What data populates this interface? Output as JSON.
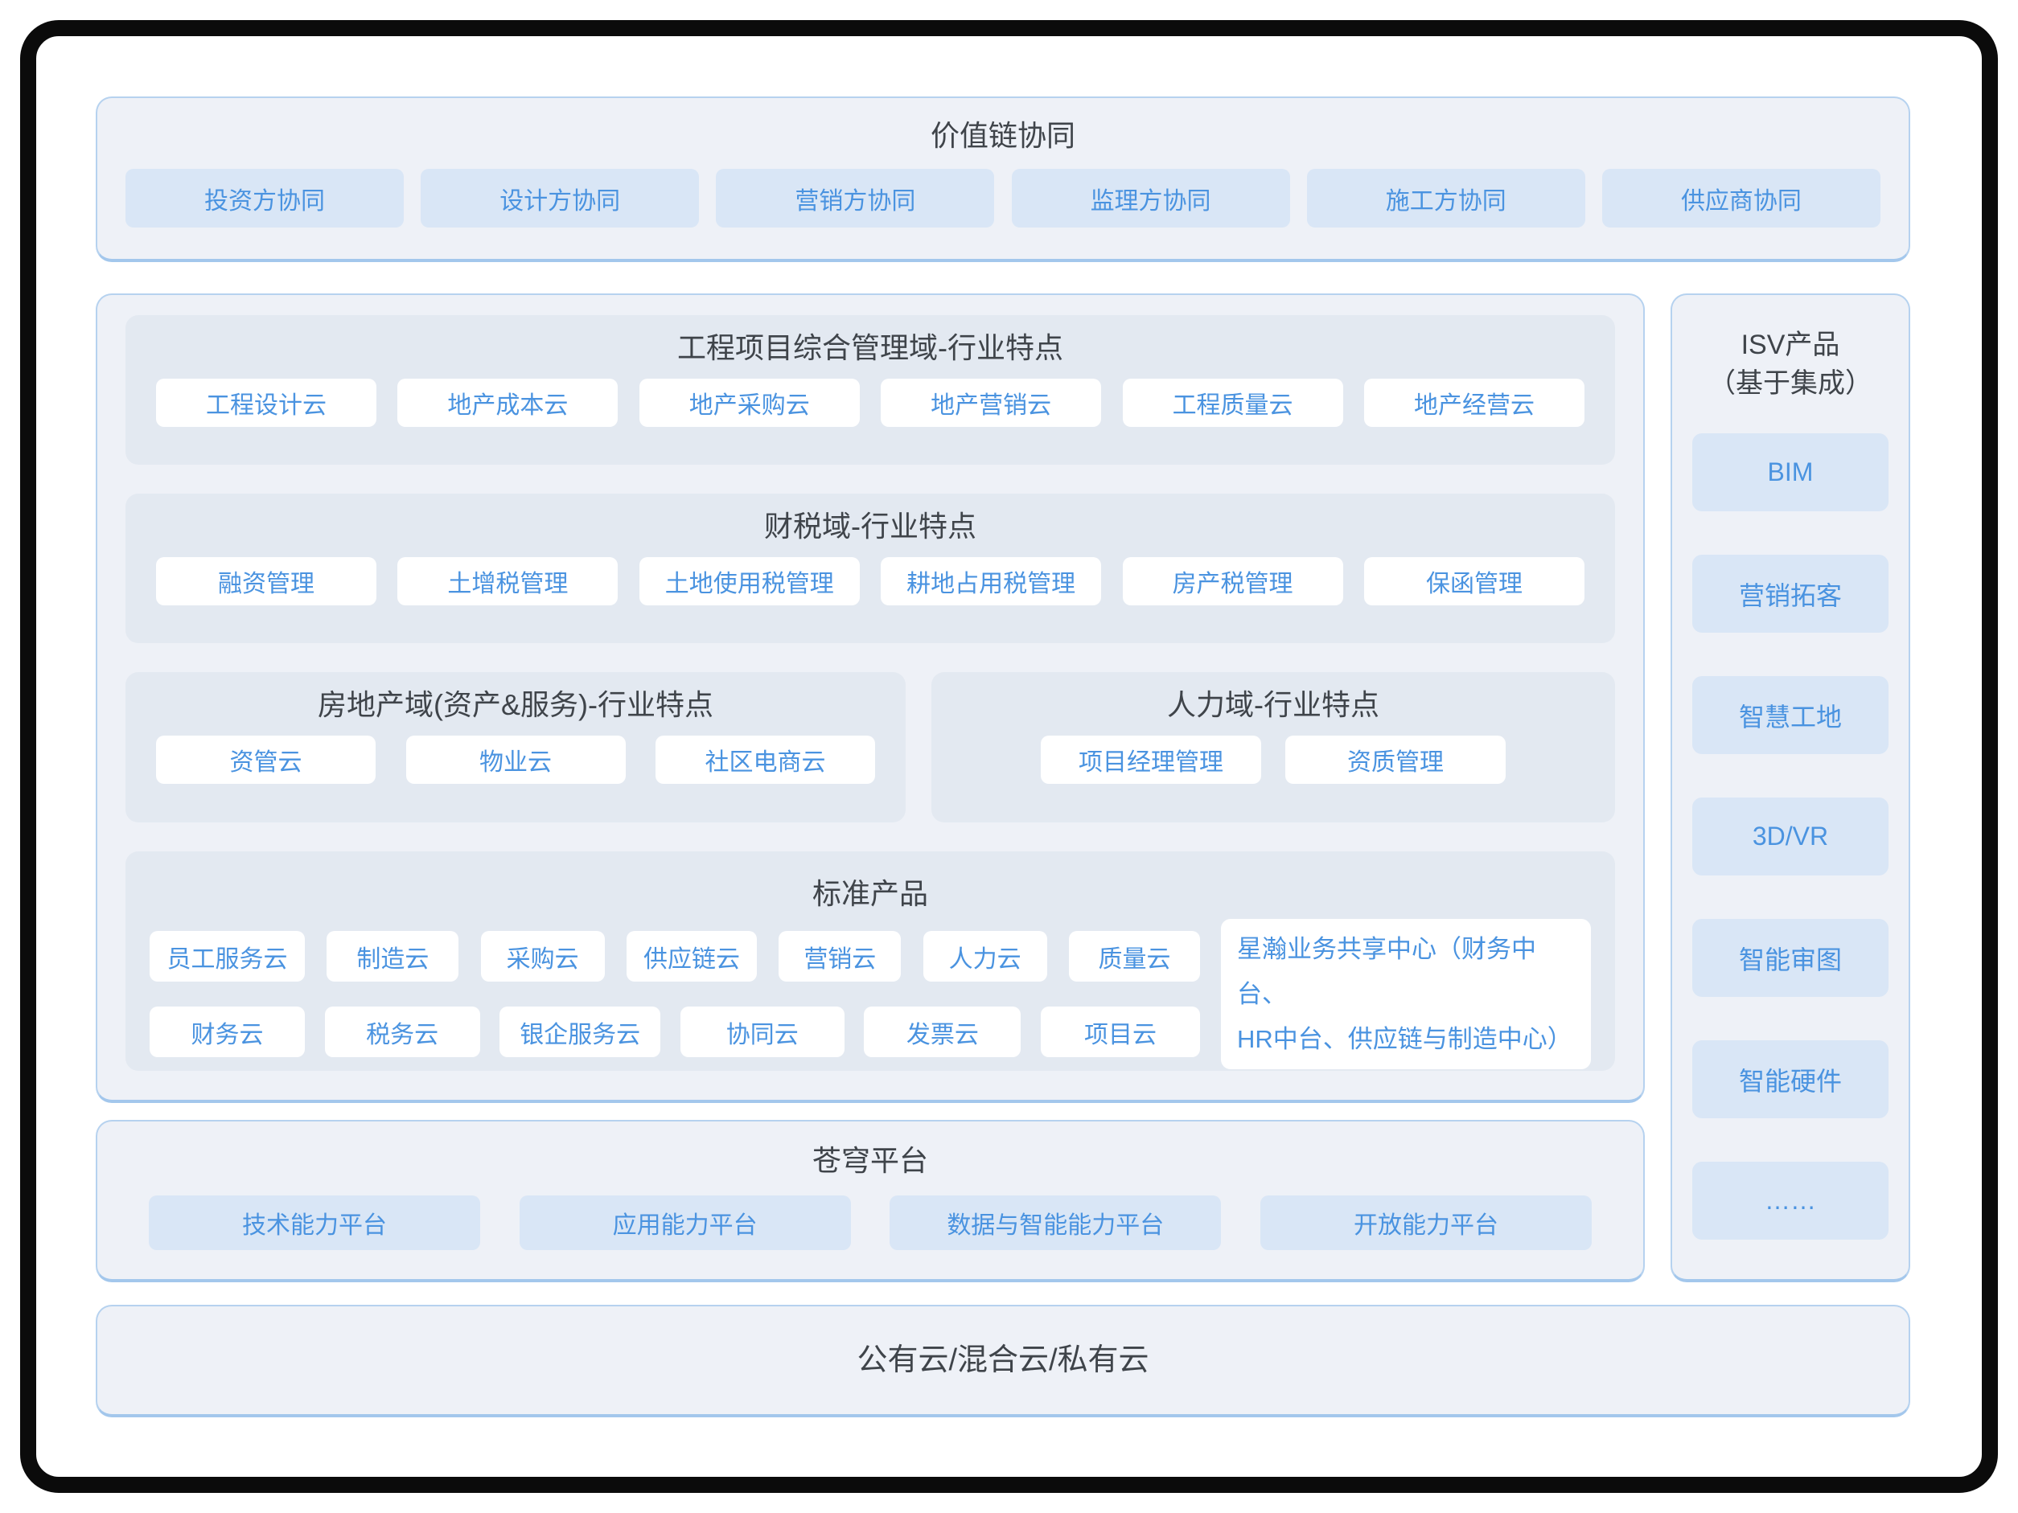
{
  "value_chain": {
    "title": "价值链协同",
    "items": [
      "投资方协同",
      "设计方协同",
      "营销方协同",
      "监理方协同",
      "施工方协同",
      "供应商协同"
    ]
  },
  "domains": {
    "project": {
      "title": "工程项目综合管理域-行业特点",
      "items": [
        "工程设计云",
        "地产成本云",
        "地产采购云",
        "地产营销云",
        "工程质量云",
        "地产经营云"
      ]
    },
    "fiscal": {
      "title": "财税域-行业特点",
      "items": [
        "融资管理",
        "土增税管理",
        "土地使用税管理",
        "耕地占用税管理",
        "房产税管理",
        "保函管理"
      ]
    },
    "realestate": {
      "title": "房地产域(资产&服务)-行业特点",
      "items": [
        "资管云",
        "物业云",
        "社区电商云"
      ]
    },
    "hr": {
      "title": "人力域-行业特点",
      "items": [
        "项目经理管理",
        "资质管理"
      ]
    },
    "standard": {
      "title": "标准产品",
      "row1": [
        "员工服务云",
        "制造云",
        "采购云",
        "供应链云",
        "营销云",
        "人力云",
        "质量云"
      ],
      "row2": [
        "财务云",
        "税务云",
        "银企服务云",
        "协同云",
        "发票云",
        "项目云"
      ],
      "shared_center": "星瀚业务共享中心（财务中台、\nHR中台、供应链与制造中心）"
    }
  },
  "platform": {
    "title": "苍穹平台",
    "items": [
      "技术能力平台",
      "应用能力平台",
      "数据与智能能力平台",
      "开放能力平台"
    ]
  },
  "isv": {
    "title": "ISV产品\n（基于集成）",
    "items": [
      "BIM",
      "营销拓客",
      "智慧工地",
      "3D/VR",
      "智能审图",
      "智能硬件",
      "……"
    ]
  },
  "cloud": {
    "title": "公有云/混合云/私有云"
  },
  "colors": {
    "card_bg": "#eef1f7",
    "card_border": "#b6d2ef",
    "subsection_bg": "#e3e9f1",
    "button_blue_bg": "#d9e6f6",
    "button_text": "#4a93e0",
    "title_text": "#3f444a",
    "frame": "#0b0b0b"
  }
}
